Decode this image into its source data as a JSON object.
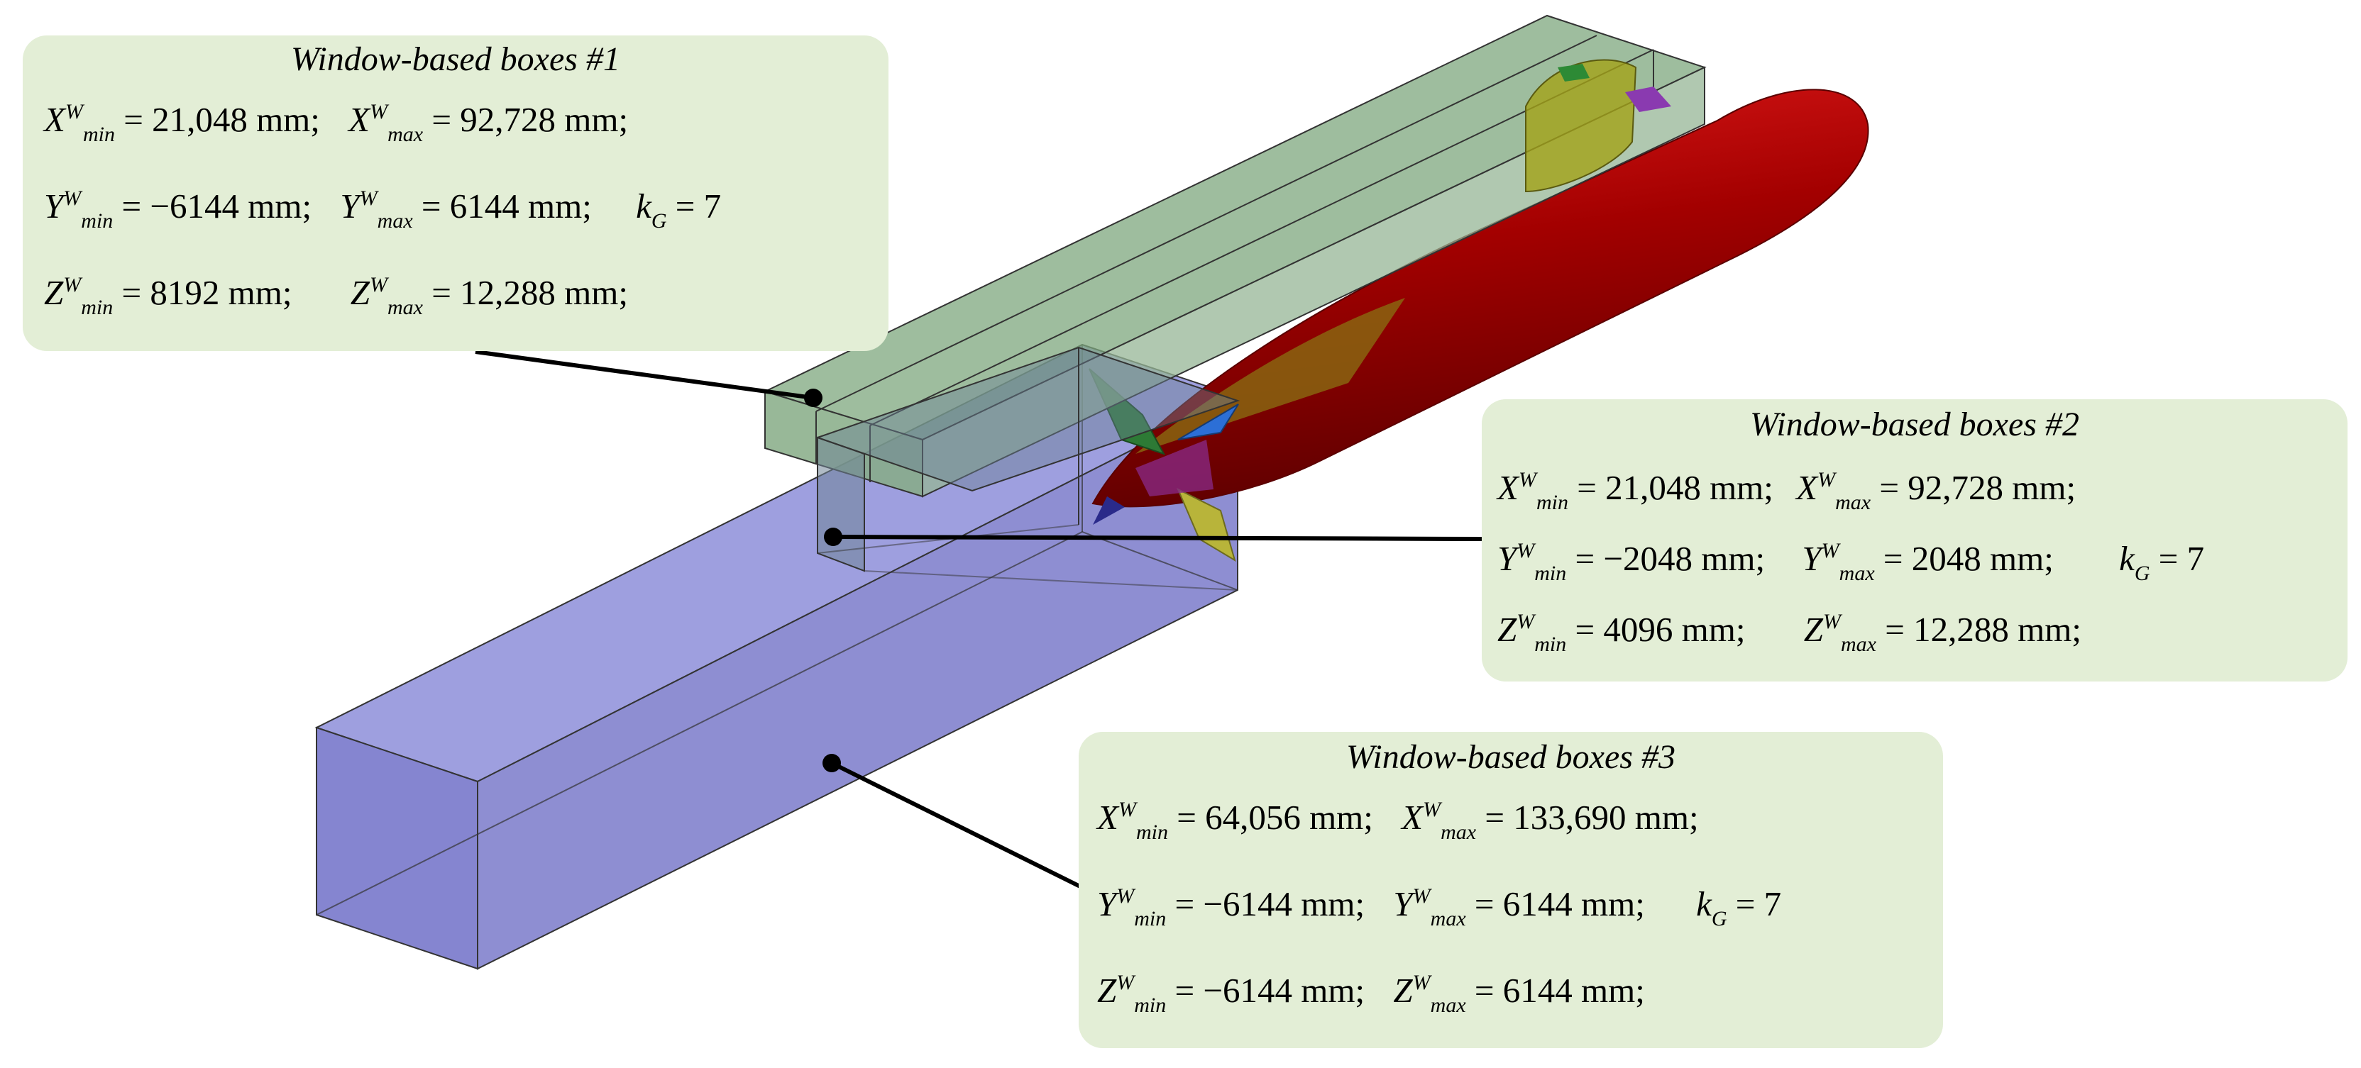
{
  "colors": {
    "panel": "#e3eed6",
    "box1": "#6f9d6f",
    "box2": "#5a7a88",
    "box3": "#6f6fc4",
    "fuselage": "#b30000",
    "leader": "#000000"
  },
  "panels": {
    "p1": {
      "title": "Window-based boxes #1",
      "xmin": "= 21,048 mm;",
      "xmax": "= 92,728 mm;",
      "ymin": "= −6144 mm;",
      "ymax": "= 6144 mm;",
      "zmin": "= 8192 mm;",
      "zmax": "= 12,288 mm;",
      "kg": "= 7"
    },
    "p2": {
      "title": "Window-based boxes #2",
      "xmin": "= 21,048 mm;",
      "xmax": "= 92,728 mm;",
      "ymin": "= −2048 mm;",
      "ymax": "= 2048 mm;",
      "zmin": "= 4096 mm;",
      "zmax": "= 12,288 mm;",
      "kg": "= 7"
    },
    "p3": {
      "title": "Window-based boxes #3",
      "xmin": "= 64,056 mm;",
      "xmax": "= 133,690 mm;",
      "ymin": "= −6144 mm;",
      "ymax": "= 6144 mm;",
      "zmin": "= −6144 mm;",
      "zmax": "= 6144 mm;",
      "kg": "= 7"
    }
  },
  "symbols": {
    "X": "X",
    "Y": "Y",
    "Z": "Z",
    "k": "k",
    "W": "W",
    "min": "min",
    "max": "max",
    "G": "G"
  }
}
